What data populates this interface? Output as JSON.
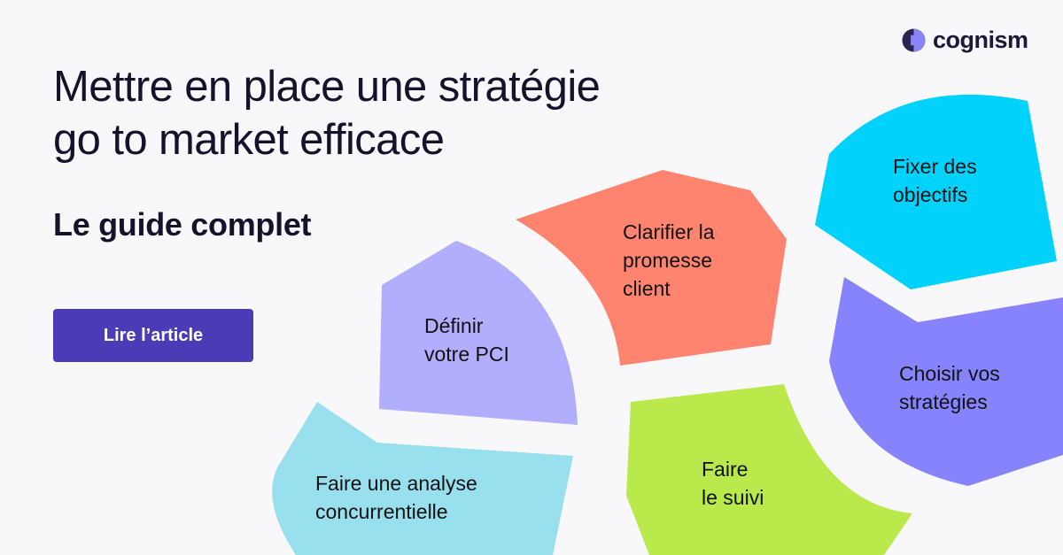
{
  "brand": {
    "name": "cognism",
    "logo_colors": {
      "dark": "#2a2550",
      "light": "#8b84f5"
    }
  },
  "hero": {
    "headline_lines": [
      "Mettre en place une stratégie",
      "go to market efficace"
    ],
    "subtitle": "Le guide complet",
    "cta_label": "Lire l’article",
    "cta_color": "#4c3bb7",
    "background": "#f8f8fa"
  },
  "steps": [
    {
      "id": "fixer",
      "lines": [
        "Fixer des",
        "objectifs"
      ],
      "color": "#00d2fc"
    },
    {
      "id": "clarifier",
      "lines": [
        "Clarifier la",
        "promesse",
        "client"
      ],
      "color": "#ff8470"
    },
    {
      "id": "definir",
      "lines": [
        "Définir",
        "votre PCI"
      ],
      "color": "#b0aefd"
    },
    {
      "id": "choisir",
      "lines": [
        "Choisir vos",
        "stratégies"
      ],
      "color": "#8783fc"
    },
    {
      "id": "suivi",
      "lines": [
        "Faire",
        "le suivi"
      ],
      "color": "#bae94c"
    },
    {
      "id": "analyse",
      "lines": [
        "Faire une analyse",
        "concurrentielle"
      ],
      "color": "#98e0ee"
    }
  ]
}
